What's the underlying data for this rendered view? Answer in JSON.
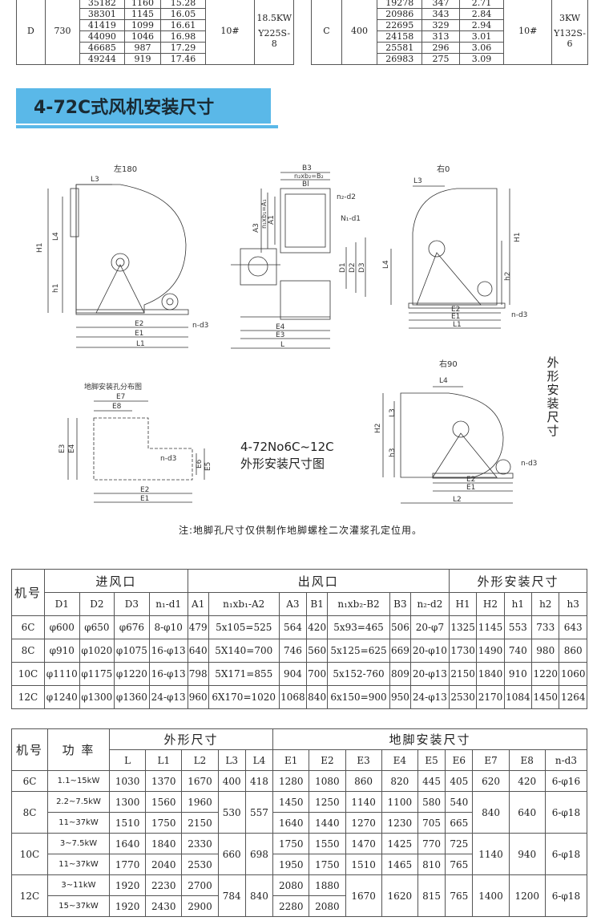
{
  "perf_left": {
    "code": "D",
    "speed": "730",
    "rows": [
      {
        "flow": "35182",
        "pressure": "1160",
        "power_req": "15.28"
      },
      {
        "flow": "38301",
        "pressure": "1145",
        "power_req": "16.05"
      },
      {
        "flow": "41419",
        "pressure": "1099",
        "power_req": "16.61"
      },
      {
        "flow": "44090",
        "pressure": "1046",
        "power_req": "16.98"
      },
      {
        "flow": "46685",
        "pressure": "987",
        "power_req": "17.29"
      },
      {
        "flow": "49244",
        "pressure": "919",
        "power_req": "17.46"
      }
    ],
    "pulley": "10#",
    "power": "18.5KW",
    "motor": "Y225S-8"
  },
  "perf_right": {
    "code": "C",
    "speed": "400",
    "rows": [
      {
        "flow": "19278",
        "pressure": "347",
        "power_req": "2.71"
      },
      {
        "flow": "20986",
        "pressure": "343",
        "power_req": "2.84"
      },
      {
        "flow": "22695",
        "pressure": "329",
        "power_req": "2.94"
      },
      {
        "flow": "24158",
        "pressure": "313",
        "power_req": "3.01"
      },
      {
        "flow": "25581",
        "pressure": "296",
        "power_req": "3.06"
      },
      {
        "flow": "26983",
        "pressure": "275",
        "power_req": "3.09"
      }
    ],
    "pulley": "10#",
    "power": "3KW",
    "motor": "Y132S-6"
  },
  "section_title": "4-72C式风机安装尺寸",
  "drawing": {
    "view_left_label": "左180",
    "view_right_label": "右0",
    "view_bottom_label": "右90",
    "foundation_title": "地脚安装孔分布图",
    "caption_line1": "4-72No6C~12C",
    "caption_line2": "外形安装尺寸图",
    "side_text": "外形安装尺寸",
    "labels": {
      "L3": "L3",
      "L4": "L4",
      "H1": "H1",
      "h1": "h1",
      "h2": "h2",
      "h3": "h3",
      "H2": "H2",
      "E1": "E1",
      "E2": "E2",
      "E3": "E3",
      "E4": "E4",
      "E5": "E5",
      "E6": "E6",
      "E7": "E7",
      "E8": "E8",
      "L": "L",
      "L1": "L1",
      "L2": "L2",
      "B3": "B3",
      "B1": "Bl",
      "nb2": "n₂xb₂=B₂",
      "n2d2": "n₂-d2",
      "n1d1": "N₁-d1",
      "nd3": "n-d3",
      "A3": "A3",
      "A2": "n₁xb₁=A₁",
      "A1": "A1",
      "D1": "D1",
      "D2": "D2",
      "D3": "D3"
    }
  },
  "note": "注:地脚孔尺寸仅供制作地脚螺栓二次灌浆孔定位用。",
  "table1": {
    "col_model": "机号",
    "group_inlet": "进风口",
    "group_outlet": "出风口",
    "group_outline": "外形安装尺寸",
    "headers": [
      "D1",
      "D2",
      "D3",
      "n₁-d1",
      "A1",
      "n₁xb₁-A2",
      "A3",
      "B1",
      "n₁xb₂-B2",
      "B3",
      "n₂-d2",
      "H1",
      "H2",
      "h1",
      "h2",
      "h3"
    ],
    "rows": [
      {
        "model": "6C",
        "cells": [
          "φ600",
          "φ650",
          "φ676",
          "8-φ10",
          "479",
          "5x105=525",
          "564",
          "420",
          "5x93=465",
          "506",
          "20-φ7",
          "1325",
          "1145",
          "553",
          "733",
          "643"
        ]
      },
      {
        "model": "8C",
        "cells": [
          "φ910",
          "φ1020",
          "φ1075",
          "16-φ13",
          "640",
          "5X140=700",
          "746",
          "560",
          "5x125=625",
          "669",
          "20-φ10",
          "1730",
          "1490",
          "740",
          "980",
          "860"
        ]
      },
      {
        "model": "10C",
        "cells": [
          "φ1110",
          "φ1175",
          "φ1220",
          "16-φ13",
          "798",
          "5X171=855",
          "904",
          "700",
          "5x152-760",
          "809",
          "20-φ13",
          "2150",
          "1840",
          "910",
          "1220",
          "1060"
        ]
      },
      {
        "model": "12C",
        "cells": [
          "φ1240",
          "φ1300",
          "φ1360",
          "24-φ13",
          "960",
          "6X170=1020",
          "1068",
          "840",
          "6x150=900",
          "950",
          "24-φ13",
          "2530",
          "2170",
          "1084",
          "1450",
          "1264"
        ]
      }
    ]
  },
  "table2": {
    "col_model": "机号",
    "col_power": "功 率",
    "group_outline": "外形尺寸",
    "group_foundation": "地脚安装尺寸",
    "headers": [
      "L",
      "L1",
      "L2",
      "L3",
      "L4",
      "E1",
      "E2",
      "E3",
      "E4",
      "E5",
      "E6",
      "E7",
      "E8",
      "n-d3"
    ],
    "rows": [
      {
        "power": "1.1~15kW",
        "L": "1030",
        "L1": "1370",
        "L2": "1670",
        "E1": "1280",
        "E2": "1080",
        "E3": "860",
        "E4": "820",
        "E5": "445",
        "E6": "405"
      },
      {
        "power": "2.2~7.5kW",
        "L": "1300",
        "L1": "1560",
        "L2": "1960",
        "E1": "1450",
        "E2": "1250",
        "E3": "1140",
        "E4": "1100",
        "E5": "580",
        "E6": "540"
      },
      {
        "power": "11~37kW",
        "L": "1510",
        "L1": "1750",
        "L2": "2150",
        "E1": "1640",
        "E2": "1440",
        "E3": "1270",
        "E4": "1230",
        "E5": "705",
        "E6": "665"
      },
      {
        "power": "3~7.5kW",
        "L": "1640",
        "L1": "1840",
        "L2": "2330",
        "E1": "1750",
        "E2": "1550",
        "E3": "1470",
        "E4": "1425",
        "E5": "770",
        "E6": "725"
      },
      {
        "power": "11~37kW",
        "L": "1770",
        "L1": "2040",
        "L2": "2530",
        "E1": "1950",
        "E2": "1750",
        "E3": "1510",
        "E4": "1465",
        "E5": "810",
        "E6": "765"
      },
      {
        "power": "3~11kW",
        "L": "1920",
        "L1": "2230",
        "L2": "2700",
        "E1": "2080",
        "E2": "1880"
      },
      {
        "power": "15~37kW",
        "L": "1920",
        "L1": "2430",
        "L2": "2900",
        "E1": "2280",
        "E2": "2080"
      }
    ],
    "models": [
      "6C",
      "8C",
      "10C",
      "12C"
    ],
    "merged": {
      "c6": {
        "L3": "400",
        "L4": "418",
        "E7": "620",
        "E8": "420",
        "nd3": "6-φ16"
      },
      "c8": {
        "L3": "530",
        "L4": "557",
        "E7": "840",
        "E8": "640",
        "nd3": "6-φ18"
      },
      "c10": {
        "L3": "660",
        "L4": "698",
        "E7": "1140",
        "E8": "940",
        "nd3": "6-φ18"
      },
      "c12": {
        "L3": "784",
        "L4": "840",
        "E3": "1670",
        "E4": "1620",
        "E5": "815",
        "E6": "765",
        "E7": "1400",
        "E8": "1200",
        "nd3": "6-φ18"
      }
    }
  },
  "colors": {
    "accent": "#5ab8e8",
    "line": "#555555"
  }
}
